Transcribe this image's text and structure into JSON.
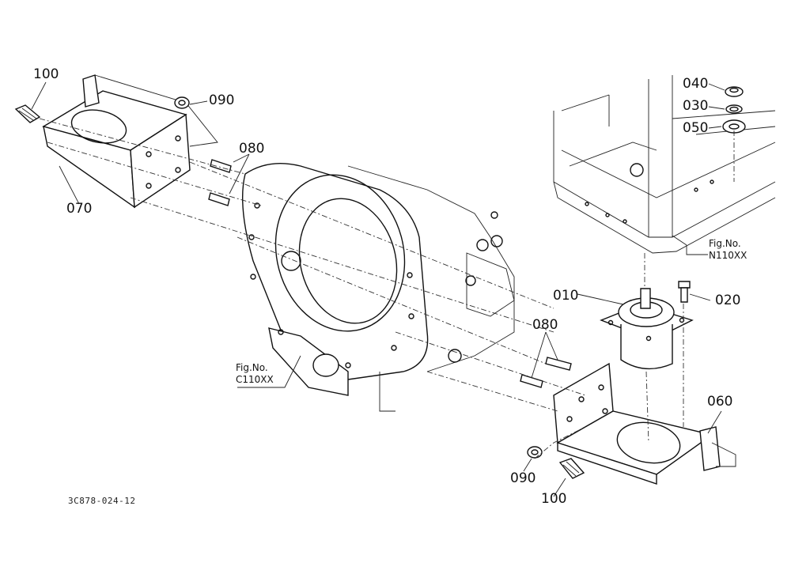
{
  "diagram": {
    "code": "3C878-024-12",
    "callouts": {
      "p100_top": "100",
      "p090_top": "090",
      "p080_top": "080",
      "p070": "070",
      "p040": "040",
      "p030": "030",
      "p050": "050",
      "p010": "010",
      "p020": "020",
      "p080_mid": "080",
      "p060": "060",
      "p090_bot": "090",
      "p100_bot": "100"
    },
    "refs": {
      "n110": {
        "line1": "Fig.No.",
        "line2": "N110XX"
      },
      "c110": {
        "line1": "Fig.No.",
        "line2": "C110XX"
      }
    }
  }
}
